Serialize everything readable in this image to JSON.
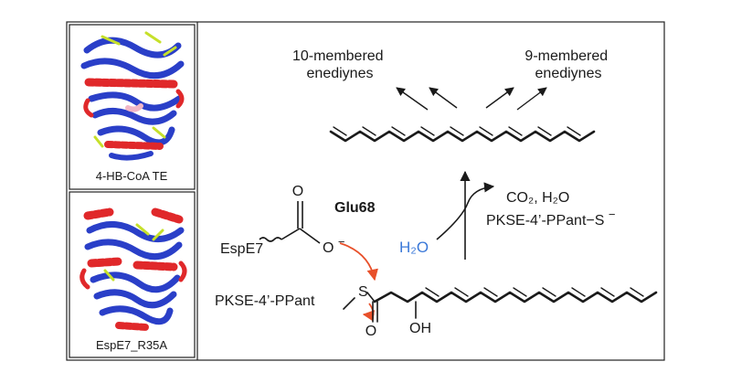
{
  "panels": {
    "top_protein_label": "4-HB-CoA TE",
    "bottom_protein_label": "EspE7_R35A"
  },
  "scheme": {
    "product_10": [
      "10-membered",
      "enediynes"
    ],
    "product_9": [
      "9-membered",
      "enediynes"
    ],
    "byproducts_line1": "CO₂, H₂O",
    "byproducts_line2": "PKSE-4’-PPant−S",
    "byproducts_charge": "−",
    "water": "H₂O",
    "residue": "Glu68",
    "enzyme": "EspE7",
    "carbonyl_o": "O",
    "carboxylate_o": "O",
    "carboxylate_charge": "−",
    "thioester_carrier": "PKSE-4’-PPant",
    "sulfur": "S",
    "acyl_o": "O",
    "hydroxyl": "OH"
  },
  "colors": {
    "helix": "#e0282a",
    "sheet": "#2a3fc8",
    "ligand": "#c6e02a",
    "water": "#3a78d8",
    "arrow": "#e8502a",
    "line": "#1a1a1a"
  }
}
